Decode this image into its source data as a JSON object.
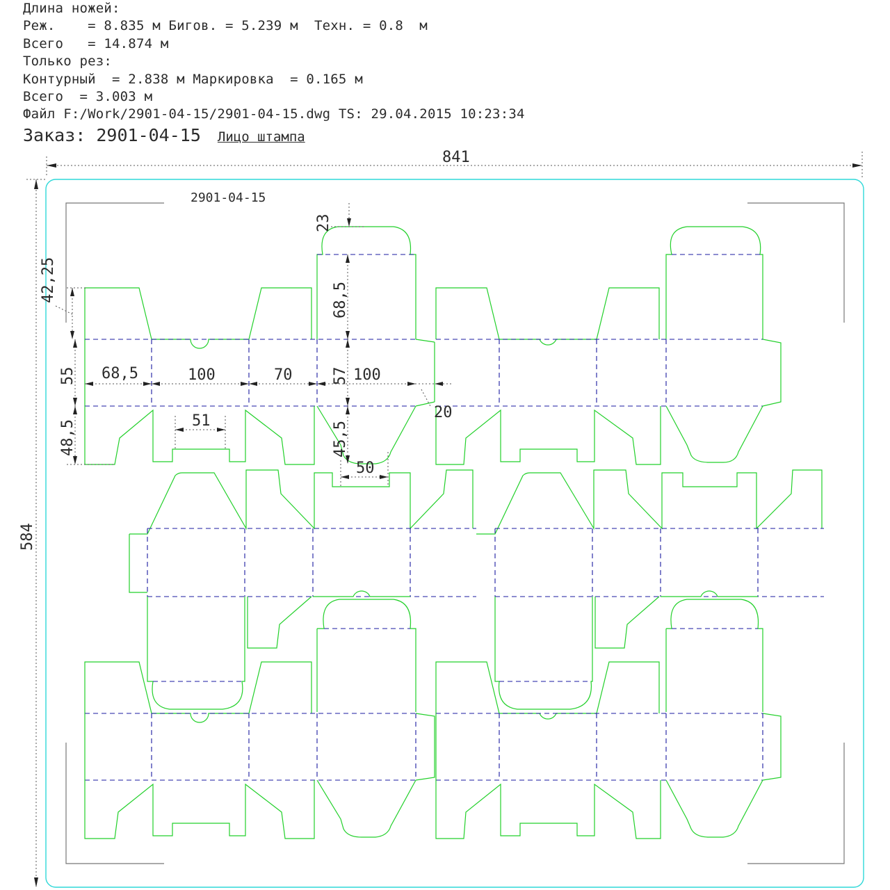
{
  "header": {
    "line1": "Длина ножей:",
    "line2": "Реж.    = 8.835 м Бигов. = 5.239 м  Техн. = 0.8  м",
    "line3": "Всего   = 14.874 м",
    "line4": "Только рез:",
    "line5": "Контурный  = 2.838 м Маркировка  = 0.165 м",
    "line6": "Всего  = 3.003 м",
    "line7": "Файл F:/Work/2901-04-15/2901-04-15.dwg TS: 29.04.2015 10:23:34",
    "order_label": "Заказ:",
    "order_number": "2901-04-15",
    "side_label": "Лицо штампа"
  },
  "drawing": {
    "sheet_code": "2901-04-15",
    "overall_width": "841",
    "overall_height": "584",
    "dims": {
      "d_42_25": "42,25",
      "d_23": "23",
      "d_68_5_v": "68,5",
      "d_55": "55",
      "d_68_5_h": "68,5",
      "d_100_a": "100",
      "d_70": "70",
      "d_57": "57",
      "d_100_b": "100",
      "d_20": "20",
      "d_48_5": "48,5",
      "d_51": "51",
      "d_45_5": "45,5",
      "d_50": "50"
    },
    "colors": {
      "cut": "#22d02a",
      "crease": "#1a1aa0",
      "sheet": "#2fd8d8",
      "dimension": "#333333"
    }
  }
}
